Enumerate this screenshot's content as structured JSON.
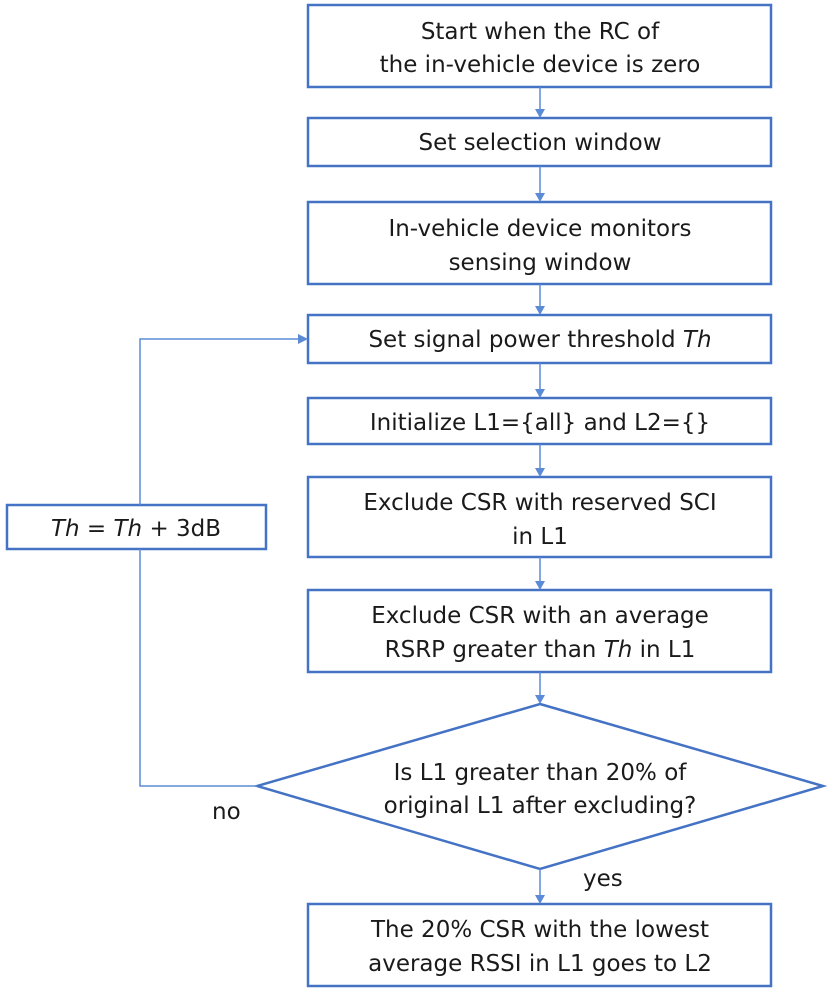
{
  "nodes": {
    "start": {
      "line1": "Start when the RC of",
      "line2": "the in-vehicle device is zero"
    },
    "selection": {
      "line1": "Set selection window"
    },
    "monitor": {
      "line1": "In-vehicle device monitors",
      "line2": "sensing window"
    },
    "threshold": {
      "text": "Set signal power threshold ",
      "var": "Th"
    },
    "init": {
      "line1": "Initialize L1={all} and L2={}"
    },
    "exclude_sci": {
      "line1": "Exclude CSR with reserved SCI",
      "line2": "in L1"
    },
    "exclude_rsrp": {
      "line1": "Exclude CSR with an average",
      "line2_pre": "RSRP greater than ",
      "line2_var": "Th",
      "line2_post": " in L1"
    },
    "decision": {
      "line1": "Is L1 greater than 20% of",
      "line2": "original L1 after excluding?"
    },
    "increment": {
      "var1": "Th",
      "mid": " = ",
      "var2": "Th",
      "post": " + 3dB"
    },
    "final": {
      "line1": "The 20% CSR with the lowest",
      "line2": "average RSSI in L1 goes to L2"
    }
  },
  "edges": {
    "no_label": "no",
    "yes_label": "yes"
  },
  "colors": {
    "box_stroke": "#4472C4",
    "connector": "#5B8BD6",
    "text": "#1a1a1a"
  }
}
